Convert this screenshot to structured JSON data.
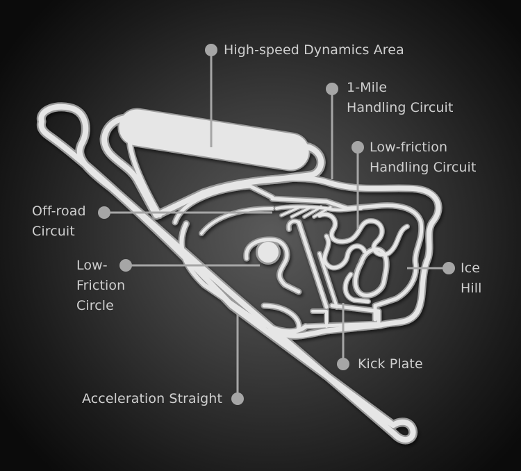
{
  "diagram": {
    "colors": {
      "track": "#e6e6e6",
      "track_edge": "#9a9a9a",
      "leader": "#a6a6a6",
      "label_text": "#cfcfcf"
    },
    "labels": {
      "high_speed": [
        "High-speed Dynamics Area"
      ],
      "one_mile": [
        "1-Mile",
        "Handling Circuit"
      ],
      "low_friction_handling": [
        "Low-friction",
        "Handling Circuit"
      ],
      "off_road": [
        "Off-road",
        "Circuit"
      ],
      "low_friction_circle": [
        "Low-",
        "Friction",
        "Circle"
      ],
      "ice_hill": [
        "Ice",
        "Hill"
      ],
      "kick_plate": [
        "Kick Plate"
      ],
      "acceleration": [
        "Acceleration Straight"
      ]
    }
  }
}
